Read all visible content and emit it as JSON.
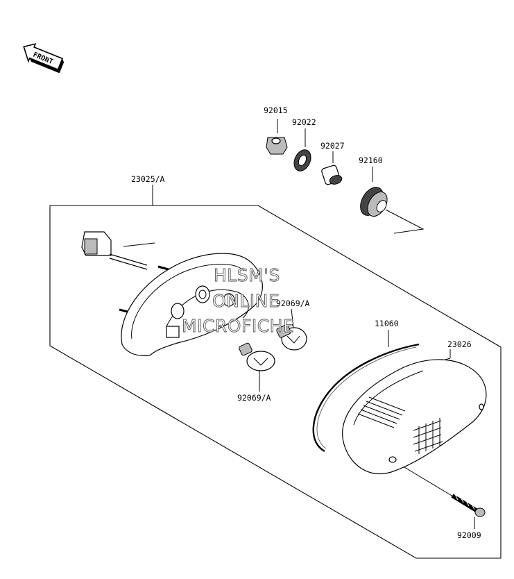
{
  "front_badge": "FRONT",
  "watermark": [
    "HLSM'S",
    "ONLINE",
    "MICROFICHE"
  ],
  "parts": [
    {
      "number": "92015"
    },
    {
      "number": "92022"
    },
    {
      "number": "92027"
    },
    {
      "number": "92160"
    },
    {
      "number": "23025/A"
    },
    {
      "number": "92069/A"
    },
    {
      "number": "92069/A"
    },
    {
      "number": "11060"
    },
    {
      "number": "23026"
    },
    {
      "number": "92009"
    }
  ]
}
